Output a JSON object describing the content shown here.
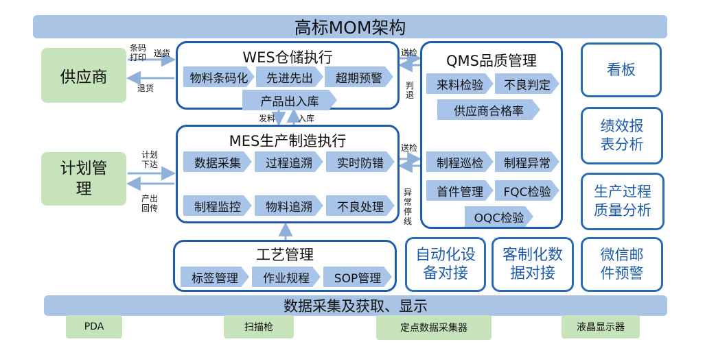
{
  "title": "高标MOM架构",
  "left": {
    "supplier": "供应商",
    "planning": "计划管\n理"
  },
  "wes": {
    "title": "WES仓储执行",
    "items": [
      "物料条码化",
      "先进先出",
      "超期预警",
      "产品出入库"
    ]
  },
  "mes": {
    "title": "MES生产制造执行",
    "items": [
      "数据采集",
      "过程追溯",
      "实时防错",
      "制程监控",
      "物料追溯",
      "不良处理"
    ]
  },
  "qms": {
    "title": "QMS品质管理",
    "items": [
      "来料检验",
      "不良判定",
      "供应商合格率",
      "制程巡检",
      "制程异常",
      "首件管理",
      "FQC检验",
      "OQC检验"
    ]
  },
  "craft": {
    "title": "工艺管理",
    "items": [
      "标签管理",
      "作业规程",
      "SOP管理"
    ]
  },
  "auto_device": "自动化设\n备对接",
  "custom_data": "客制化数\n据对接",
  "right": [
    "看板",
    "绩效报\n表分析",
    "生产过程\n质量分析",
    "微信邮\n件预警"
  ],
  "flows": {
    "barcode_print": "条码\n打印",
    "deliver": "送货",
    "return_goods": "退货",
    "send_inspect_1": "送检",
    "judge_return": "判\n退",
    "issue": "发料",
    "stock_in": "入库",
    "plan_issue": "计划\n下达",
    "output_return": "产出\n回传",
    "send_inspect_2": "送检",
    "abnormal_stop": "异\n常\n停\n线"
  },
  "bottom": {
    "title": "数据采集及获取、显示",
    "devices": [
      "PDA",
      "扫描枪",
      "定点数据采集器",
      "液晶显示器"
    ]
  }
}
